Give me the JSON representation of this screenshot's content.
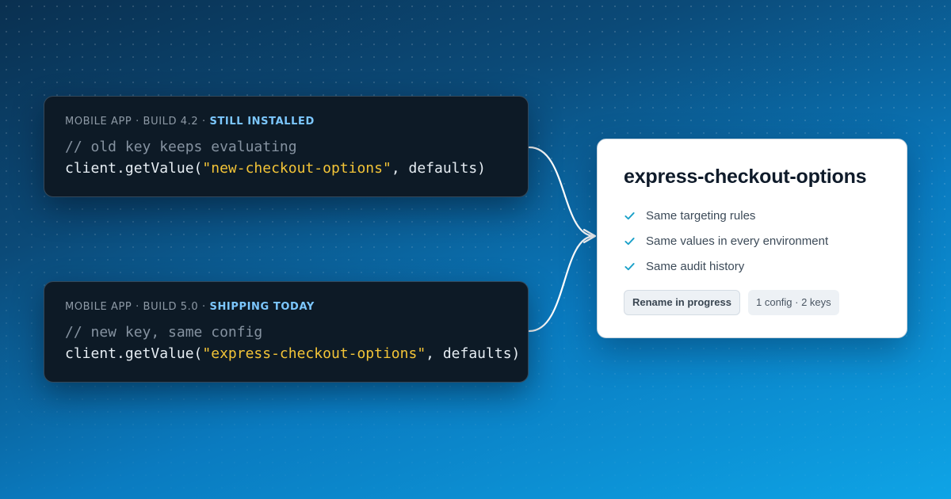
{
  "cards": {
    "old": {
      "label_prefix": "MOBILE APP · BUILD 4.2 · ",
      "status": "STILL INSTALLED",
      "comment": "// old key keeps evaluating",
      "call_prefix": "client.getValue(",
      "key_string": "\"new-checkout-options\"",
      "call_suffix": ", defaults)"
    },
    "new": {
      "label_prefix": "MOBILE APP · BUILD 5.0 · ",
      "status": "SHIPPING TODAY",
      "comment": "// new key, same config",
      "call_prefix": "client.getValue(",
      "key_string": "\"express-checkout-options\"",
      "call_suffix": ", defaults)"
    }
  },
  "config": {
    "title": "express-checkout-options",
    "checks": [
      "Same targeting rules",
      "Same values in every environment",
      "Same audit history"
    ],
    "status_pill": "Rename in progress",
    "count_pill": "1 config · 2 keys"
  },
  "colors": {
    "status_accent": "#7cc7ff",
    "string_literal": "#f3c437",
    "check_icon": "#1aa0c8",
    "connector": "#ffffff"
  },
  "icons": {
    "check": "check-icon",
    "arrow": "arrow-head-icon"
  }
}
